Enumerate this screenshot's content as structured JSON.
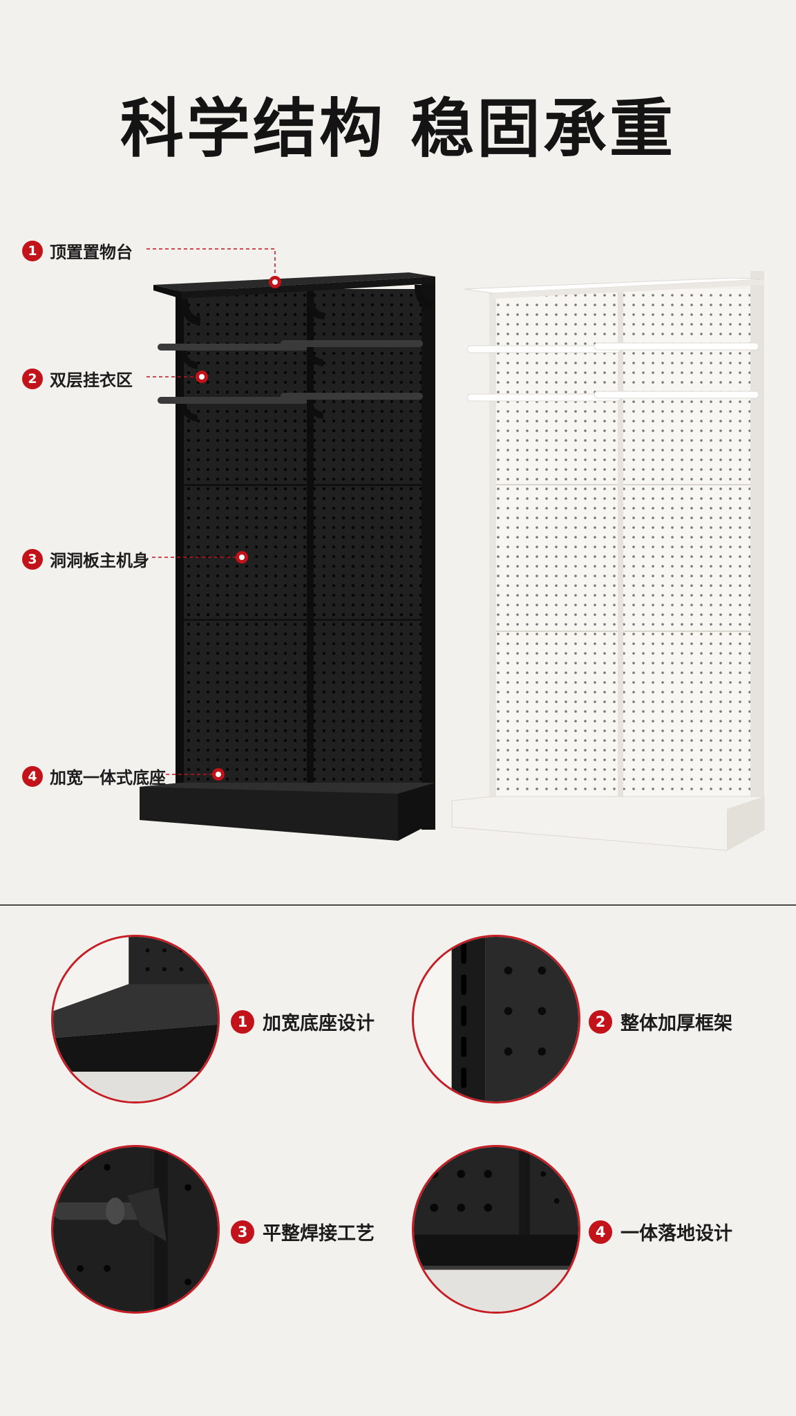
{
  "title": "科学结构 稳固承重",
  "colors": {
    "accent": "#c2131b",
    "shelf_black": "#1a1a1a",
    "shelf_white": "#f2f0ec",
    "background": "#f3f1ee"
  },
  "callouts": [
    {
      "number": "1",
      "label": "顶置置物台"
    },
    {
      "number": "2",
      "label": "双层挂衣区"
    },
    {
      "number": "3",
      "label": "洞洞板主机身"
    },
    {
      "number": "4",
      "label": "加宽一体式底座"
    }
  ],
  "details": [
    {
      "number": "1",
      "label": "加宽底座设计"
    },
    {
      "number": "2",
      "label": "整体加厚框架"
    },
    {
      "number": "3",
      "label": "平整焊接工艺"
    },
    {
      "number": "4",
      "label": "一体落地设计"
    }
  ]
}
